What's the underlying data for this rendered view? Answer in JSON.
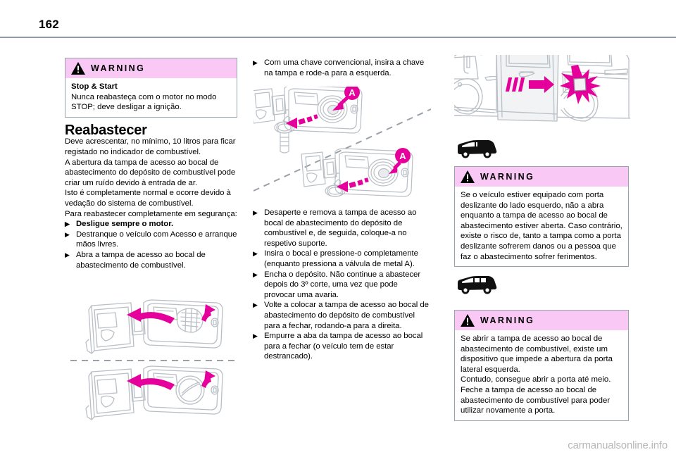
{
  "page": {
    "number": "162",
    "footer_watermark": "carmanualsonline.info"
  },
  "colors": {
    "warning_header_bg": "#f9c8f4",
    "warning_border": "#97a3ad",
    "header_rule": "#8f9ba6",
    "arrow_magenta": "#e6009b",
    "illustration_line": "#b9bfc6",
    "watermark": "#b7b7b7"
  },
  "warning_label": "WARNING",
  "left_column": {
    "warning": {
      "label": "WARNING",
      "subtitle": "Stop & Start",
      "line1": "Nunca reabasteça com o motor no modo",
      "line2": "STOP; deve desligar a ignição."
    },
    "section_title": "Reabastecer",
    "paragraphs": [
      "Deve acrescentar, no mínimo, 10 litros para ficar registado no indicador de combustível.",
      "A abertura da tampa de acesso ao bocal de abastecimento do depósito de combustível pode criar um ruído devido à entrada de ar.",
      "Isto é completamente normal e ocorre devido à vedação do sistema de combustível.",
      "Para reabastecer completamente em segurança:"
    ],
    "bullets": [
      {
        "text": "Desligue sempre o motor.",
        "bold": true
      },
      {
        "text": "Destranque o veículo com Acesso e arranque mãos livres.",
        "bold": false
      },
      {
        "text": "Abra a tampa de acesso ao bocal de abastecimento de combustível.",
        "bold": false
      }
    ],
    "illustration": {
      "name": "fuel-flap-open-two-variants",
      "caption": ""
    }
  },
  "middle_column": {
    "bullets_top": [
      {
        "text": "Com uma chave convencional, insira a chave na tampa e rode-a para a esquerda.",
        "bold": false
      }
    ],
    "illustration": {
      "name": "filler-neck-valve-callout",
      "callout_labels": [
        "A",
        "A"
      ]
    },
    "bullets_bottom": [
      {
        "text": "Desaperte e remova a tampa de acesso ao bocal de abastecimento do depósito de combustível e, de seguida, coloque-a no respetivo suporte.",
        "bold": false
      },
      {
        "text": "Insira o bocal e pressione-o completamente (enquanto pressiona a válvula de metal A).",
        "bold": false
      },
      {
        "text": "Encha o depósito. Não continue a abastecer depois do 3º corte, uma vez que pode provocar uma avaria.",
        "bold": false
      },
      {
        "text": "Volte a colocar a tampa de acesso ao bocal de abastecimento do depósito de combustível para a fechar, rodando-a para a direita.",
        "bold": false
      },
      {
        "text": "Empurre a aba da tampa de acesso ao bocal para a fechar (o veículo tem de estar destrancado).",
        "bold": false
      }
    ]
  },
  "right_column": {
    "illustration_top": {
      "name": "sliding-door-hits-fuel-flap",
      "caption": ""
    },
    "van_icon_top": "van-silhouette-icon",
    "warning_1": {
      "label": "WARNING",
      "lines": [
        "Se o veículo estiver equipado com porta",
        "deslizante do lado esquerdo, não a abra",
        "enquanto a tampa de acesso ao bocal de",
        "abastecimento estiver aberta. Caso contrário,",
        "existe o risco de, tanto a tampa como a porta",
        "deslizante sofrerem danos ou a pessoa que",
        "faz o abastecimento sofrer ferimentos."
      ]
    },
    "van_icon_bottom": "van-silhouette-windows-icon",
    "warning_2": {
      "label": "WARNING",
      "lines": [
        "Se abrir a tampa de acesso ao bocal de",
        "abastecimento de combustível, existe um",
        "dispositivo que impede a abertura da porta",
        "lateral esquerda.",
        "Contudo, consegue abrir a porta até meio.",
        "Feche a tampa de acesso ao bocal de",
        "abastecimento de combustível para poder",
        "utilizar novamente a porta."
      ]
    }
  }
}
